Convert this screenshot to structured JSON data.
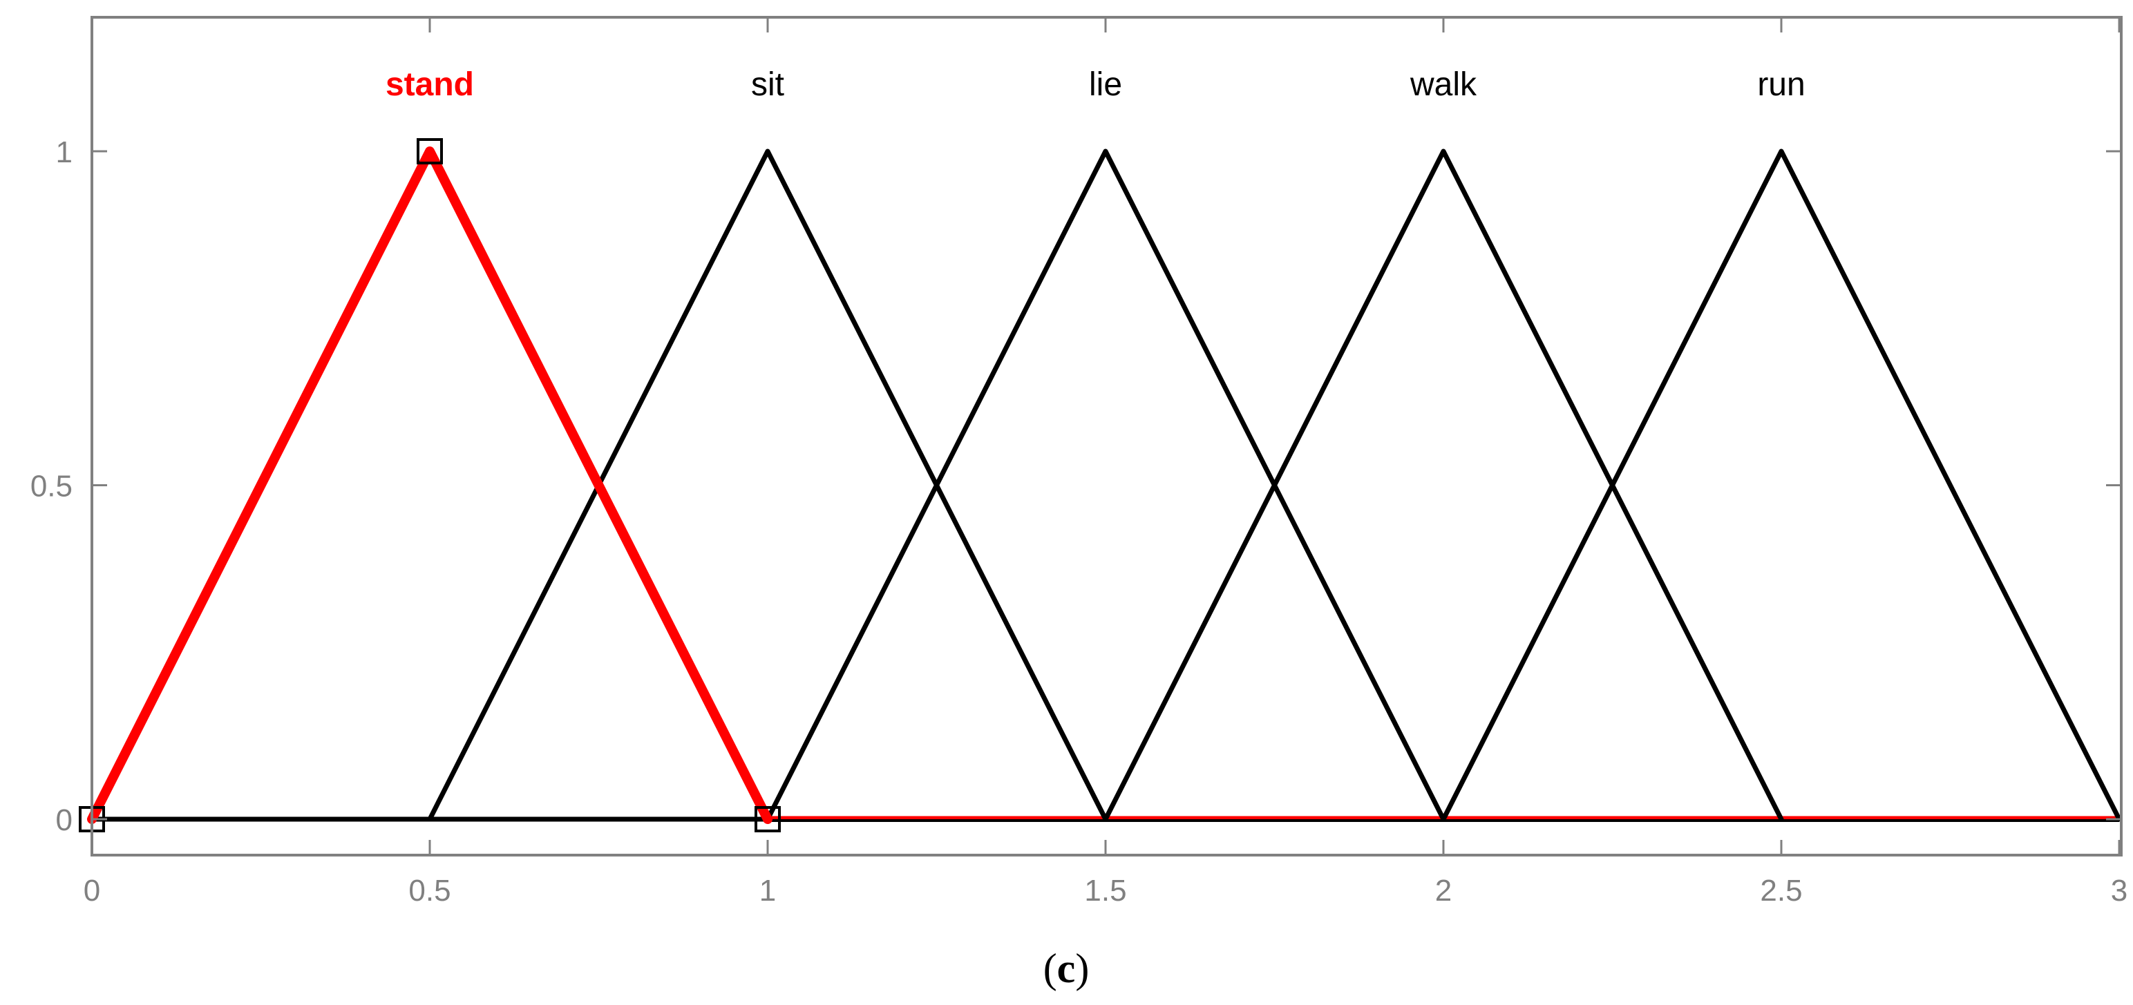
{
  "chart_data": {
    "type": "line",
    "xlim": [
      0,
      3
    ],
    "ylim": [
      -0.05,
      1.2
    ],
    "x_ticks": [
      "0",
      "0.5",
      "1",
      "1.5",
      "2",
      "2.5",
      "3"
    ],
    "y_ticks": [
      "0",
      "0.5",
      "1"
    ],
    "grid": false,
    "series": [
      {
        "name": "stand",
        "points": [
          [
            0,
            0
          ],
          [
            0.5,
            1
          ],
          [
            1,
            0
          ]
        ],
        "color": "#ff0000",
        "active": true
      },
      {
        "name": "sit",
        "points": [
          [
            0.5,
            0
          ],
          [
            1,
            1
          ],
          [
            1.5,
            0
          ]
        ],
        "color": "#000000"
      },
      {
        "name": "lie",
        "points": [
          [
            1,
            0
          ],
          [
            1.5,
            1
          ],
          [
            2,
            0
          ]
        ],
        "color": "#000000"
      },
      {
        "name": "walk",
        "points": [
          [
            1.5,
            0
          ],
          [
            2,
            1
          ],
          [
            2.5,
            0
          ]
        ],
        "color": "#000000"
      },
      {
        "name": "run",
        "points": [
          [
            2,
            0
          ],
          [
            2.5,
            1
          ],
          [
            3,
            0
          ]
        ],
        "color": "#000000"
      }
    ],
    "baseline": {
      "black": [
        0,
        1
      ],
      "red": [
        1,
        3
      ]
    },
    "markers": [
      [
        0,
        0
      ],
      [
        0.5,
        1
      ],
      [
        1,
        0
      ]
    ]
  },
  "caption": {
    "open": "(",
    "letter": "c",
    "close": ")"
  },
  "colors": {
    "axis": "#808080",
    "active": "#ff0000",
    "inactive": "#000000"
  }
}
